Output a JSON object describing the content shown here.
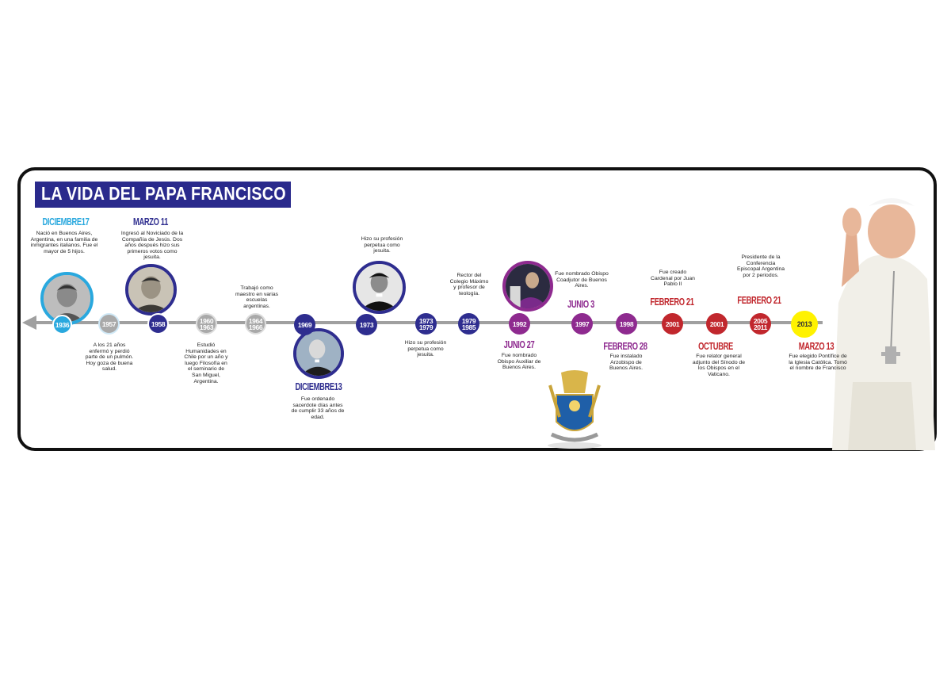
{
  "title": "LA VIDA DEL PAPA FRANCISCO",
  "colors": {
    "navy": "#2e2d8f",
    "cyan": "#29a8de",
    "gray": "#a9a9a9",
    "purple": "#8e2a8f",
    "red": "#c1272d",
    "yellow": "#fff200",
    "axis": "#a0a0a0",
    "title_bg": "#2a2a8c"
  },
  "events": [
    {
      "year": "1936",
      "node_color": "cyan",
      "label": "DICIEMBRE17",
      "label_color": "cyan",
      "note": "Nació en Buenos Aires, Argentina, en una familia de inmigrantes italianos. Fue el mayor de 5 hijos."
    },
    {
      "year": "1957",
      "node_color": "gray",
      "label": "",
      "label_color": "",
      "note": "A los 21 años enfermó y perdió parte de un pulmón. Hoy goza de buena salud."
    },
    {
      "year": "1958",
      "node_color": "navy",
      "label": "MARZO 11",
      "label_color": "navy",
      "note": "Ingresó al Noviciado de la Compañía de Jesús. Dos años después hizo sus primeros votos como jesuita."
    },
    {
      "year": "1960\n1963",
      "node_color": "gray",
      "label": "",
      "label_color": "",
      "note": "Estudió Humanidades en Chile por un año y luego Filosofía en el seminario de San Miguel, Argentina."
    },
    {
      "year": "1964\n1966",
      "node_color": "gray",
      "label": "",
      "label_color": "",
      "note": "Trabajó como maestro en varias escuelas argentinas."
    },
    {
      "year": "1969",
      "node_color": "navy",
      "label": "DICIEMBRE13",
      "label_color": "navy",
      "note": "Fue ordenado sacerdote días antes de cumplir 33 años de edad."
    },
    {
      "year": "1973",
      "node_color": "navy",
      "label": "",
      "label_color": "",
      "note": "Hizo su profesión perpetua como jesuita."
    },
    {
      "year": "1973\n1979",
      "node_color": "navy",
      "label": "",
      "label_color": "",
      "note": "Hizo su profesión perpetua como jesuita."
    },
    {
      "year": "1979\n1985",
      "node_color": "navy",
      "label": "",
      "label_color": "",
      "note": "Rector del Colegio Máximo y profesor de teología."
    },
    {
      "year": "1992",
      "node_color": "purple",
      "label": "JUNIO 27",
      "label_color": "purple",
      "note": "Fue nombrado Obispo Auxiliar de Buenos Aires."
    },
    {
      "year": "1997",
      "node_color": "purple",
      "label": "JUNIO 3",
      "label_color": "purple",
      "note": "Fue nombrado Obispo Coadjutor de Buenos Aires."
    },
    {
      "year": "1998",
      "node_color": "purple",
      "label": "FEBRERO 28",
      "label_color": "purple",
      "note": "Fue instalado Arzobispo de Buenos Aires."
    },
    {
      "year": "2001",
      "node_color": "red",
      "label": "FEBRERO 21",
      "label_color": "red",
      "note": "Fue creado Cardenal por Juan Pablo II"
    },
    {
      "year": "2001",
      "node_color": "red",
      "label": "OCTUBRE",
      "label_color": "red",
      "note": "Fue relator general adjunto del Sínodo de los Obispos en el Vaticano."
    },
    {
      "year": "2005\n2011",
      "node_color": "red",
      "label": "FEBRERO 21",
      "label_color": "red",
      "note": "Presidente de la Conferencia Episcopal Argentina por 2 periodos."
    },
    {
      "year": "2013",
      "node_color": "yellow",
      "label": "MARZO 13",
      "label_color": "red",
      "note": "Fue elegido Pontífice de la Iglesia Católica. Tomó el nombre de Francisco"
    }
  ],
  "photos": [
    {
      "icon": "young-boy-photo"
    },
    {
      "icon": "young-man-photo"
    },
    {
      "icon": "priest-photo"
    },
    {
      "icon": "young-priest-photo"
    },
    {
      "icon": "bishop-photo"
    }
  ],
  "pope_image": "pope-francis-waving-photo",
  "crest_image": "papal-coat-of-arms"
}
